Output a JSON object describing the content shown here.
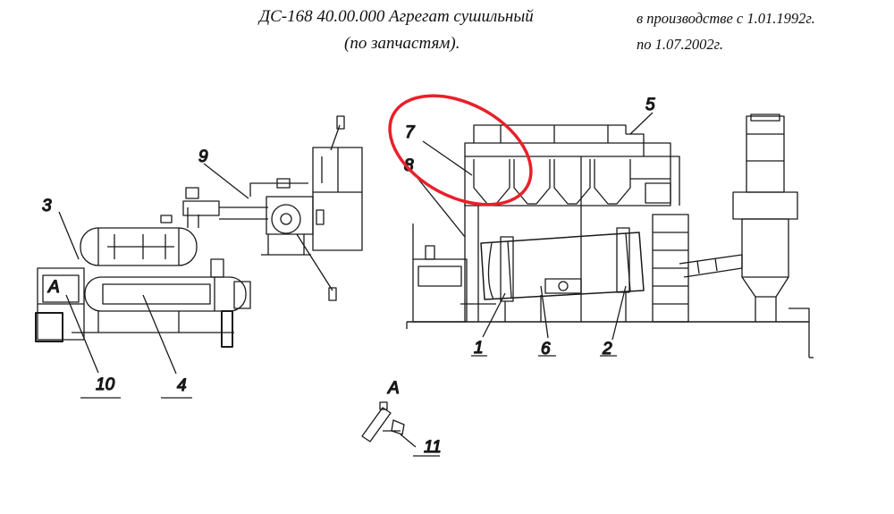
{
  "header": {
    "title_line1": "ДС-168 40.00.000 Агрегат сушильный",
    "title_line2": "(по запчастям).",
    "production_line1": "в производстве с 1.01.1992г.",
    "production_line2": "по 1.07.2002г."
  },
  "callouts": {
    "c1": "1",
    "c2": "2",
    "c3": "3",
    "c4": "4",
    "c5": "5",
    "c6": "6",
    "c7": "7",
    "c8": "8",
    "c9": "9",
    "c10": "10",
    "c11": "11"
  },
  "view_label": "A",
  "inner_label": "A",
  "colors": {
    "line": "#1a1a1a",
    "highlight": "#e8202a",
    "background": "#ffffff"
  }
}
